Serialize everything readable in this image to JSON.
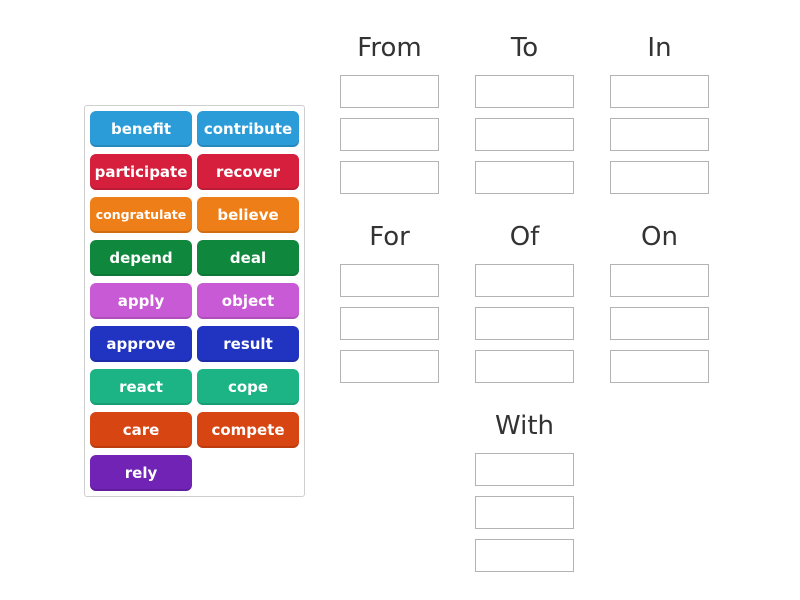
{
  "activity": {
    "kind": "group-sort",
    "tile_text_color": "#ffffff",
    "header_text_color": "#333333",
    "slot_border_color": "#b3b3b3"
  },
  "tiles": [
    {
      "label": "benefit",
      "color": "#2c9cd8"
    },
    {
      "label": "contribute",
      "color": "#2c9cd8"
    },
    {
      "label": "participate",
      "color": "#d51f3c"
    },
    {
      "label": "recover",
      "color": "#d51f3c"
    },
    {
      "label": "congratulate",
      "color": "#ee7e17"
    },
    {
      "label": "believe",
      "color": "#ee7e17"
    },
    {
      "label": "depend",
      "color": "#0f883e"
    },
    {
      "label": "deal",
      "color": "#0f883e"
    },
    {
      "label": "apply",
      "color": "#c95ad5"
    },
    {
      "label": "object",
      "color": "#c95ad5"
    },
    {
      "label": "approve",
      "color": "#2133c1"
    },
    {
      "label": "result",
      "color": "#2133c1"
    },
    {
      "label": "react",
      "color": "#1cb385"
    },
    {
      "label": "cope",
      "color": "#1cb385"
    },
    {
      "label": "care",
      "color": "#d74513"
    },
    {
      "label": "compete",
      "color": "#d74513"
    },
    {
      "label": "rely",
      "color": "#7023b5"
    }
  ],
  "groups": [
    {
      "name": "From",
      "slots": 3
    },
    {
      "name": "To",
      "slots": 3
    },
    {
      "name": "In",
      "slots": 3
    },
    {
      "name": "For",
      "slots": 3
    },
    {
      "name": "Of",
      "slots": 3
    },
    {
      "name": "On",
      "slots": 3
    },
    {
      "name": "With",
      "slots": 3
    }
  ]
}
